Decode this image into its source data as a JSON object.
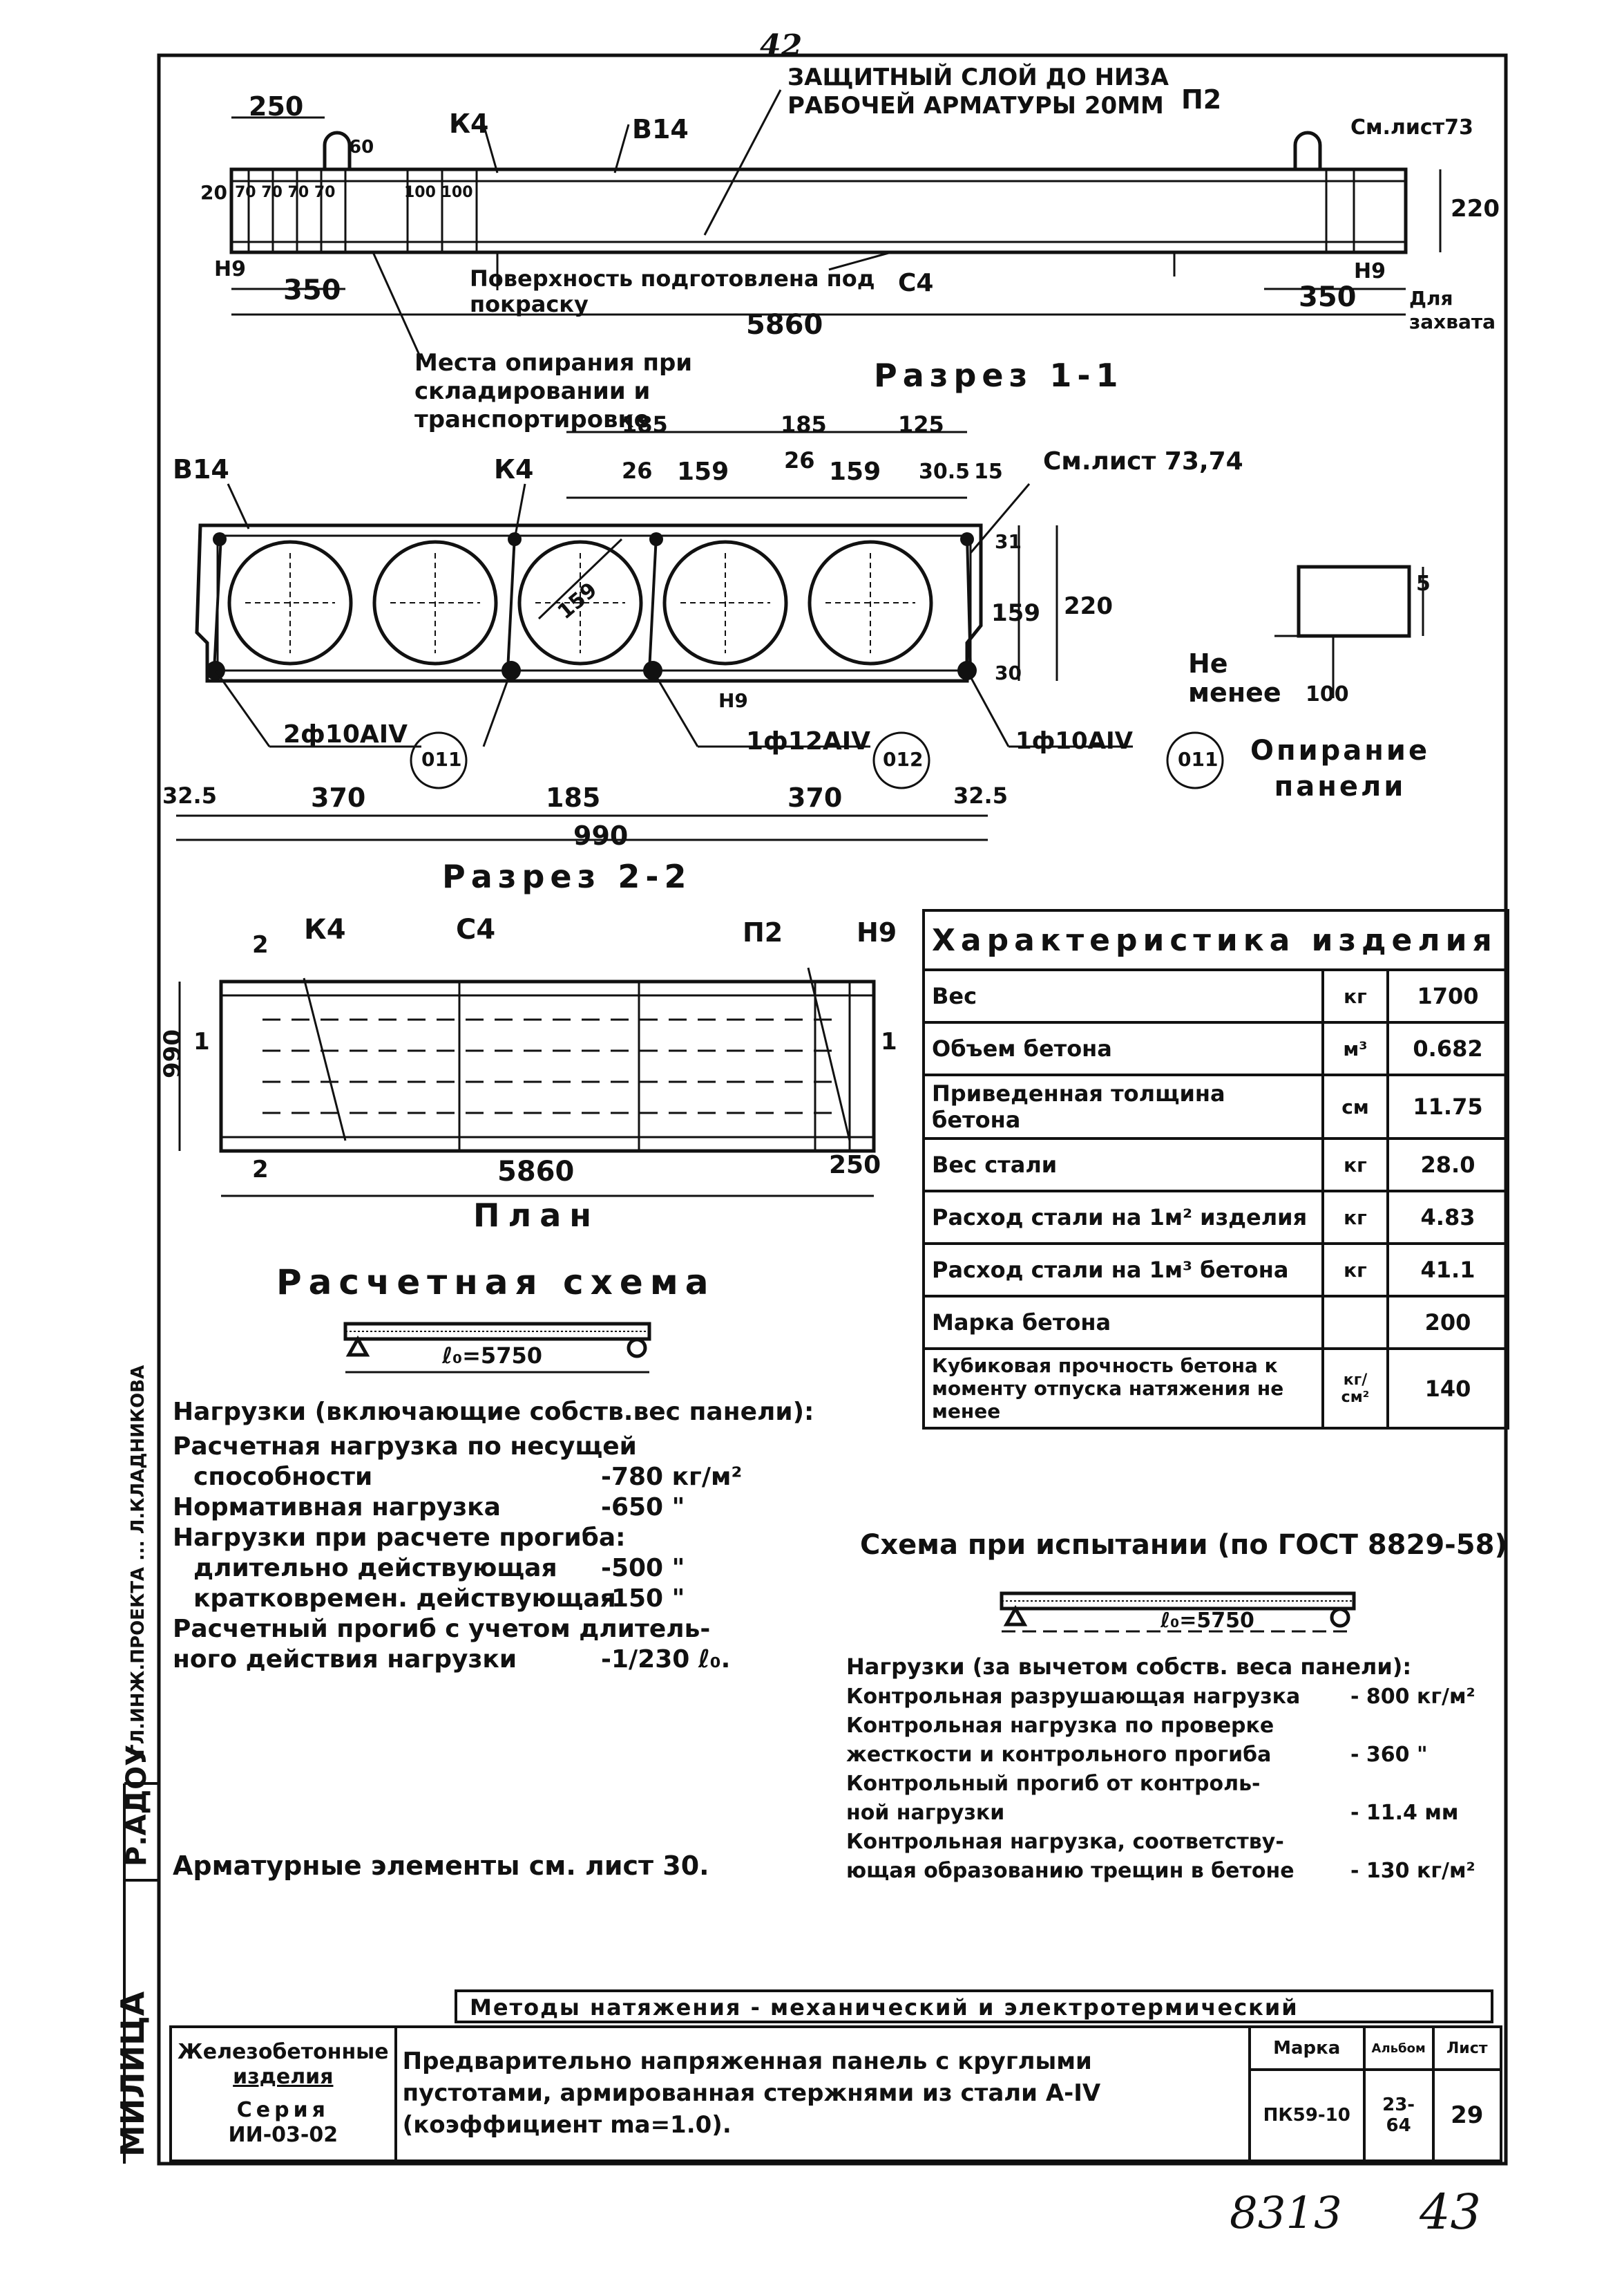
{
  "page_number_top": "42",
  "section_1_1": {
    "label_protective_layer": "ЗАЩИТНЫЙ СЛОЙ ДО НИЗА РАБОЧЕЙ АРМАТУРЫ 20ММ",
    "dim_250": "250",
    "k4": "К4",
    "v14": "В14",
    "p2": "П2",
    "see_sheet_73": "См.лист73",
    "dim_60": "60",
    "dim_20": "20",
    "dims_70": "70  70  70  70",
    "dims_100": "100 100",
    "dim_220": "220",
    "n9_left": "Н9",
    "n9_right": "Н9",
    "dim_350_left": "350",
    "dim_350_right": "350",
    "surface_note": "Поверхность подготовлена под покраску",
    "s4": "С4",
    "length_5860": "5860",
    "for_grip": "Для захвата",
    "support_note": "Места опирания при складировании и транспортировке",
    "title": "Разрез 1-1"
  },
  "section_2_2": {
    "top_dims": [
      "185",
      "185",
      "125"
    ],
    "sub_dims": [
      "26",
      "159",
      "26",
      "159",
      "30.5",
      "15"
    ],
    "v14": "В14",
    "k4": "К4",
    "see_sheets": "См.лист 73,74",
    "diam_159": "159",
    "right_dims": [
      "31",
      "159",
      "30"
    ],
    "height_220": "220",
    "n9": "Н9",
    "bar_left": "2ф10АIV",
    "mark_011_left": "011",
    "bar_mid": "1ф12АIV",
    "mark_012": "012",
    "bar_right": "1ф10АIV",
    "mark_011_right": "011",
    "bottom_dims": [
      "32.5",
      "370",
      "185",
      "370",
      "32.5"
    ],
    "width_990": "990",
    "title": "Разрез 2-2"
  },
  "support": {
    "dim_5": "5",
    "not_less": "Не менее",
    "dim_100": "100",
    "caption": "Опирание панели"
  },
  "plan": {
    "k4": "К4",
    "s4": "С4",
    "p2": "П2",
    "n9": "Н9",
    "sec_2_top": "2",
    "sec_2_bottom": "2",
    "sec_1_left": "1",
    "sec_1_right": "1",
    "width_990": "990",
    "length_5860": "5860",
    "dim_250": "250",
    "title": "План"
  },
  "characteristics": {
    "header": "Характеристика изделия",
    "rows": [
      {
        "name": "Вес",
        "unit": "кг",
        "value": "1700"
      },
      {
        "name": "Объем бетона",
        "unit": "м³",
        "value": "0.682"
      },
      {
        "name": "Приведенная толщина бетона",
        "unit": "см",
        "value": "11.75"
      },
      {
        "name": "Вес стали",
        "unit": "кг",
        "value": "28.0"
      },
      {
        "name": "Расход стали на 1м² изделия",
        "unit": "кг",
        "value": "4.83"
      },
      {
        "name": "Расход стали на 1м³ бетона",
        "unit": "кг",
        "value": "41.1"
      },
      {
        "name": "Марка бетона",
        "unit": "",
        "value": "200"
      },
      {
        "name": "Кубиковая прочность бетона к моменту отпуска натяжения не менее",
        "unit": "кг/см²",
        "value": "140"
      }
    ]
  },
  "calc_scheme": {
    "title": "Расчетная схема",
    "span": "ℓ₀=5750",
    "loads_title": "Нагрузки (включающие собств.вес панели):",
    "lines": [
      {
        "label": "Расчетная нагрузка по несущей",
        "value": ""
      },
      {
        "label": "способности",
        "value": "-780 кг/м²"
      },
      {
        "label": "Нормативная нагрузка",
        "value": "-650 \""
      },
      {
        "label": "Нагрузки при расчете прогиба:",
        "value": ""
      },
      {
        "label": "длительно действующая",
        "value": "-500 \""
      },
      {
        "label": "кратковремен. действующая",
        "value": "-150 \""
      },
      {
        "label": "Расчетный прогиб с учетом длитель-",
        "value": ""
      },
      {
        "label": "ного действия нагрузки",
        "value": "-1/230 ℓ₀."
      }
    ]
  },
  "test_scheme": {
    "title": "Схема при испытании (по ГОСТ 8829-58)",
    "span": "ℓ₀=5750",
    "loads_title": "Нагрузки (за вычетом собств. веса панели):",
    "lines": [
      {
        "label": "Контрольная разрушающая нагрузка",
        "value": "- 800 кг/м²"
      },
      {
        "label": "Контрольная нагрузка по проверке",
        "value": ""
      },
      {
        "label": "жесткости и контрольного прогиба",
        "value": "- 360 \""
      },
      {
        "label": "Контрольный прогиб от контроль-",
        "value": ""
      },
      {
        "label": "ной нагрузки",
        "value": "- 11.4 мм"
      },
      {
        "label": "Контрольная нагрузка, соответству-",
        "value": ""
      },
      {
        "label": "ющая образованию трещин в бетоне",
        "value": "- 130 кг/м²"
      }
    ]
  },
  "rebar_note": "Арматурные элементы см. лист 30.",
  "method_note": "Методы натяжения - механический и электротермический",
  "side_stamp": {
    "left": "МИЛИЦА",
    "mid": "Р.АДОУ",
    "right": "ГЛ.ИНЖ.ПРОЕКТА ... Л.КЛАДНИКОВА"
  },
  "title_block": {
    "org_line1": "Железобетонные",
    "org_line2": "изделия",
    "series_label": "Серия",
    "series_value": "ИИ-03-02",
    "description": "Предварительно напряженная панель с круглыми пустотами, армированная стержнями из стали А-IV (коэффициент mа=1.0).",
    "col_mark": "Марка",
    "col_album": "Альбом",
    "col_sheet": "Лист",
    "mark": "ПК59-10",
    "album": "23-64",
    "sheet": "29"
  },
  "bottom_numbers": {
    "left": "8313",
    "right": "43"
  }
}
